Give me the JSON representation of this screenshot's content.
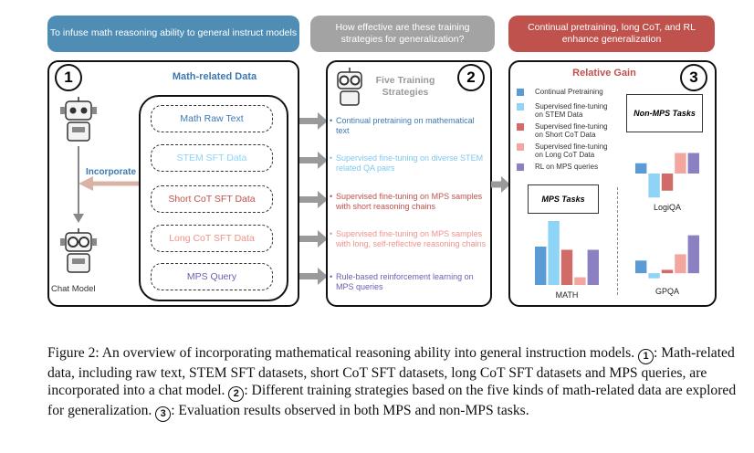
{
  "colors": {
    "header1": "#4f8db5",
    "header2": "#9e9e9e",
    "header3": "#c0524d",
    "continual": "#5b9bd5",
    "stem": "#8ed4f7",
    "short_cot": "#d06b67",
    "long_cot": "#f3a6a0",
    "mps_rl": "#8b80c1",
    "incorporate": "#3c78b4"
  },
  "headers": [
    "To infuse math reasoning ability to general instruct models",
    "How effective are these training strategies for generalization?",
    "Continual pretraining, long CoT, and RL enhance generalization"
  ],
  "panel1": {
    "number": "1",
    "title": "Math-related Data",
    "incorporate_label": "Incorporate",
    "chat_model_label": "Chat Model",
    "data_items": [
      "Math Raw Text",
      "STEM SFT Data",
      "Short CoT SFT Data",
      "Long CoT SFT Data",
      "MPS Query"
    ]
  },
  "panel2": {
    "number": "2",
    "title": "Five Training Strategies",
    "strategies": [
      "Continual pretraining on mathematical text",
      "Supervised fine-tuning on diverse STEM related QA pairs",
      "Supervised fine-tuning on MPS samples with short reasoning chains",
      "Supervised fine-tuning on MPS samples with long, self-reflective reasoning chains",
      "Rule-based reinforcement learning on MPS queries"
    ]
  },
  "panel3": {
    "number": "3",
    "title": "Relative Gain",
    "legend": [
      "Continual Pretraining",
      "Supervised fine-tuning on STEM Data",
      "Supervised fine-tuning on Short CoT Data",
      "Supervised fine-tuning on Long CoT Data",
      "RL on MPS queries"
    ],
    "non_mps_label": "Non-MPS Tasks",
    "mps_label": "MPS Tasks"
  },
  "chart_data": [
    {
      "type": "bar",
      "categories": [
        "Continual Pretraining",
        "Supervised fine-tuning on STEM Data",
        "Supervised fine-tuning on Short CoT Data",
        "Supervised fine-tuning on Long CoT Data",
        "RL on MPS queries"
      ],
      "values": [
        0.6,
        1.0,
        0.55,
        0.12,
        0.55
      ],
      "xlabel": "MATH",
      "ylim": [
        0,
        1
      ]
    },
    {
      "type": "bar",
      "categories": [
        "Continual Pretraining",
        "Supervised fine-tuning on STEM Data",
        "Supervised fine-tuning on Short CoT Data",
        "Supervised fine-tuning on Long CoT Data",
        "RL on MPS queries"
      ],
      "values": [
        0.15,
        -0.35,
        -0.25,
        0.3,
        0.3
      ],
      "xlabel": "LogiQA",
      "ylim": [
        -0.4,
        0.4
      ]
    },
    {
      "type": "bar",
      "categories": [
        "Continual Pretraining",
        "Supervised fine-tuning on STEM Data",
        "Supervised fine-tuning on Short CoT Data",
        "Supervised fine-tuning on Long CoT Data",
        "RL on MPS queries"
      ],
      "values": [
        0.3,
        -0.12,
        0.08,
        0.45,
        0.9
      ],
      "xlabel": "GPQA",
      "ylim": [
        -0.3,
        1
      ]
    }
  ],
  "caption": {
    "figure": "Figure 2:",
    "intro": " An overview of incorporating mathematical reasoning ability into general instruction models. ",
    "n1": "1",
    "t1": ": Math-related data, including raw text, STEM SFT datasets, short CoT SFT datasets, long CoT SFT datasets and MPS queries, are incorporated into a chat model. ",
    "n2": "2",
    "t2": ": Different training strategies based on the five kinds of math-related data are explored for generalization. ",
    "n3": "3",
    "t3": ": Evaluation results observed in both MPS and non-MPS tasks."
  }
}
